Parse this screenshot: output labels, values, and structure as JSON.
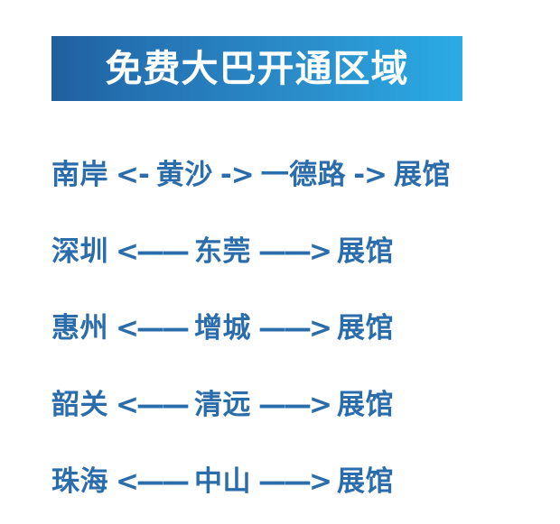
{
  "poster": {
    "background_color": "#ffffff",
    "text_color": "#2b6cab",
    "banner_gradient_start": "#1f5f9e",
    "banner_gradient_end": "#2aabe4",
    "banner_text_color": "#ffffff"
  },
  "header": {
    "title": "免费大巴开通区域"
  },
  "routes": [
    {
      "origin": "南岸",
      "arrow_in": "<-",
      "mid": "黄沙",
      "arrow_out": "->",
      "note": "一德路",
      "arrow_final": "->",
      "dest": "展馆",
      "full_text": "南岸 <- 黄沙 ->一德路 -> 展馆"
    },
    {
      "origin": "深圳",
      "arrow_in": "<——",
      "mid": "东莞",
      "arrow_out": "——>",
      "dest": "展馆",
      "full_text": "深圳 <—— 东莞 ——> 展馆"
    },
    {
      "origin": "惠州",
      "arrow_in": "<——",
      "mid": "增城",
      "arrow_out": "——>",
      "dest": "展馆",
      "full_text": "惠州 <—— 增城 ——> 展馆"
    },
    {
      "origin": "韶关",
      "arrow_in": "<——",
      "mid": "清远",
      "arrow_out": "——>",
      "dest": "展馆",
      "full_text": "韶关 <—— 清远 ——> 展馆"
    },
    {
      "origin": "珠海",
      "arrow_in": "<——",
      "mid": "中山",
      "arrow_out": "——>",
      "dest": "展馆",
      "full_text": "珠海 <—— 中山 ——> 展馆"
    }
  ]
}
